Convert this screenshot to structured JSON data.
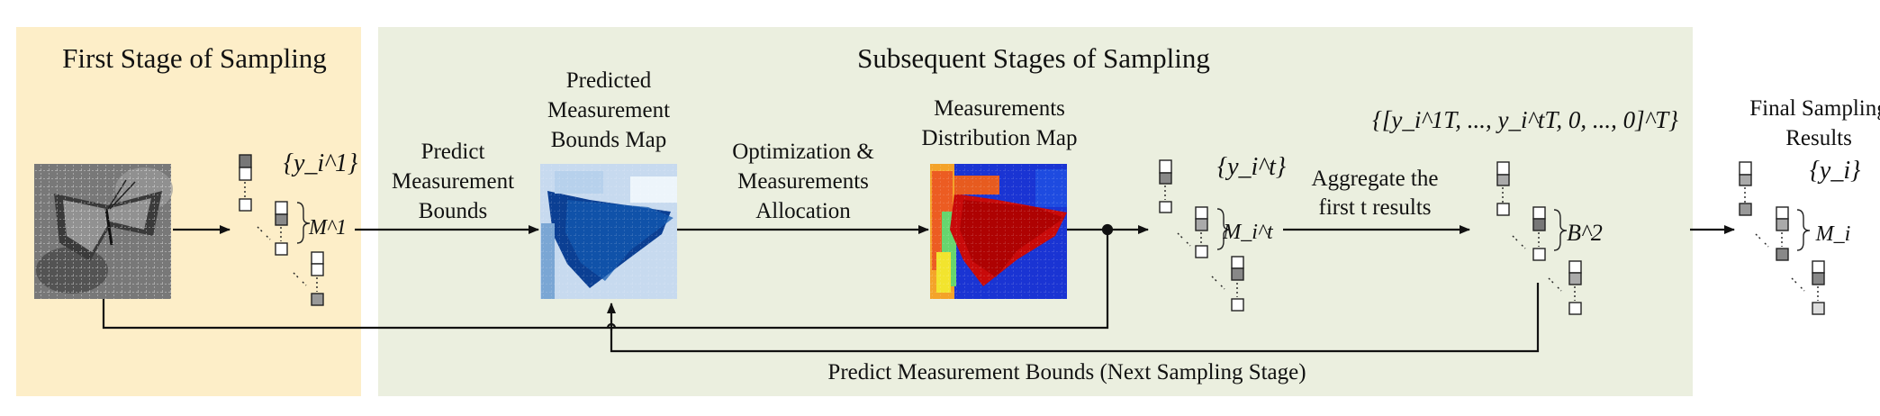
{
  "colors": {
    "first_stage_bg": "#fdeec8",
    "subsequent_stage_bg": "#ebefdf",
    "first_stage_title": "#e98a2b",
    "subsequent_stage_title": "#6f9a3f",
    "line": "#111111"
  },
  "stages": {
    "first_title": "First Stage of Sampling",
    "subsequent_title": "Subsequent Stages of Sampling"
  },
  "steps": {
    "predict_bounds": [
      "Predict",
      "Measurement",
      "Bounds"
    ],
    "bounds_map_title": [
      "Predicted",
      "Measurement",
      "Bounds Map"
    ],
    "optimization": [
      "Optimization &",
      "Measurements",
      "Allocation"
    ],
    "distribution_map_title": [
      "Measurements",
      "Distribution Map"
    ],
    "aggregate": [
      "Aggregate the",
      "first t results"
    ],
    "final_results": [
      "Final Sampling",
      "Results"
    ],
    "feedback": "Predict Measurement Bounds (Next Sampling Stage)"
  },
  "math": {
    "y1_set": "{y_i^1}",
    "M1": "M^1",
    "yt_set": "{y_i^t}",
    "Mt": "M_i^t",
    "aggregate_vector": "{[y_i^1T, ..., y_i^tT, 0, ..., 0]^T}",
    "B2": "B^2",
    "y_final": "{y_i}",
    "M_final": "M_i"
  },
  "icons": [
    "butterfly-image-icon",
    "measurement-vector-icon",
    "heatmap-icon",
    "arrow-icon"
  ]
}
